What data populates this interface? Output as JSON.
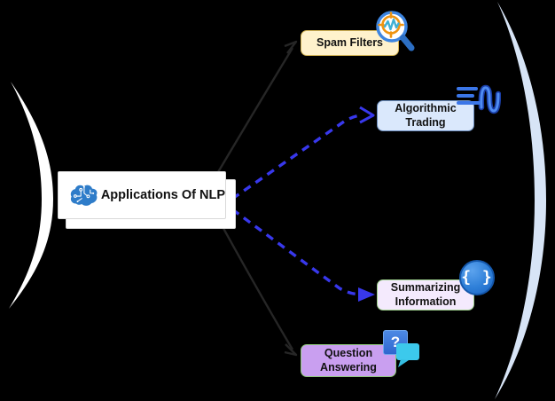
{
  "background": "#000000",
  "center_node": {
    "label": "Applications Of NLP",
    "icon": "brain-circuit-icon",
    "fill": "#FFFFFF"
  },
  "nodes": {
    "spam_filters": {
      "label": "Spam Filters",
      "fill": "#FFF2CC",
      "border": "#D6B656",
      "icon": "magnifier-pulse-icon"
    },
    "algorithmic_trading": {
      "label": "Algorithmic Trading",
      "fill": "#DAE8FC",
      "border": "#6C8EBF",
      "icon": "signal-wave-icon"
    },
    "summarizing_information": {
      "label": "Summarizing Information",
      "fill": "#F4EAFD",
      "border": "#9ED08D",
      "icon": "curly-braces-icon"
    },
    "question_answering": {
      "label": "Question Answering",
      "fill": "#C99FF0",
      "border": "#8FC979",
      "icon": "chat-question-icon"
    }
  },
  "glyphs": {
    "question_mark": "?",
    "curly_braces": "{ }"
  },
  "connectors": {
    "dashed_blue_color": "#3838EC",
    "solid_dark_color": "#262626",
    "style_to_algorithmic_trading": "dashed",
    "style_to_summarizing_information": "dashed",
    "style_to_spam_filters": "solid",
    "style_to_question_answering": "solid"
  },
  "arcs": {
    "left_fill": "#FFFFFF",
    "right_fill": "#D7E4F6"
  }
}
